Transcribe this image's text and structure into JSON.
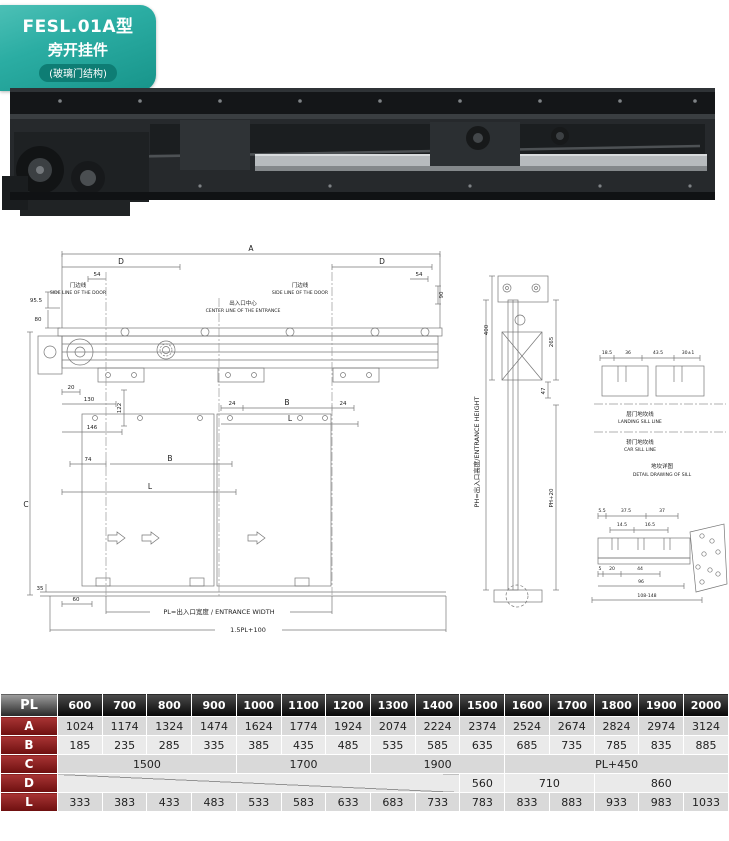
{
  "badge": {
    "model": "FESL.01A型",
    "name": "旁开挂件",
    "sub": "(玻璃门结构)"
  },
  "colors": {
    "badge_teal": "#2bada3",
    "badge_pill": "#0e7d74",
    "table_header_black": "#111111",
    "row_label_maroon": "#8e1f1f"
  },
  "drawing": {
    "main": {
      "dim_a": "A",
      "dim_d_left": "D",
      "dim_d_right": "D",
      "dim_54_left": "54",
      "dim_54_right": "54",
      "dim_90": "90",
      "dim_95_5": "95.5",
      "dim_80": "80",
      "side_line_left_cn": "门边线",
      "side_line_left_en": "SIDE LINE OF THE DOOR",
      "side_line_right_cn": "门边线",
      "side_line_right_en": "SIDE LINE OF THE DOOR",
      "center_line_cn": "出入口中心",
      "center_line_en": "CENTER LINE OF THE ENTRANCE",
      "dim_20": "20",
      "dim_130": "130",
      "dim_122": "122",
      "dim_146": "146",
      "dim_74": "74",
      "dim_b_left": "B",
      "dim_b_right": "B",
      "dim_24_left": "24",
      "dim_24_right": "24",
      "dim_l_left": "L",
      "dim_l_right": "L",
      "dim_c": "C",
      "dim_35": "35",
      "dim_60": "60",
      "entrance_width": "PL=出入口宽度 / ENTRANCE WIDTH",
      "overall_width": "1.5PL+100"
    },
    "side": {
      "dim_400": "400",
      "dim_265": "265",
      "dim_47": "47",
      "dim_ph20": "PH+20",
      "entrance_height": "PH=出入口高度/ENTRANCE HEIGHT"
    },
    "sill": {
      "dim_18_5": "18.5",
      "dim_36": "36",
      "dim_43_5": "43.5",
      "dim_30": "30±1",
      "landing_cn": "层门地坎线",
      "landing_en": "LANDING SILL LINE",
      "car_cn": "轿门地坎线",
      "car_en": "CAR SILL LINE",
      "title_cn": "地坎详图",
      "title_en": "DETAIL DRAWING OF SILL",
      "dim_5_5": "5.5",
      "dim_37_5": "37.5",
      "dim_37": "37",
      "dim_14_5": "14.5",
      "dim_16_5": "16.5",
      "dim_5": "5",
      "dim_20": "20",
      "dim_44": "44",
      "dim_96": "96",
      "dim_108_148": "108-148"
    }
  },
  "table": {
    "corner": "PL",
    "columns": [
      "600",
      "700",
      "800",
      "900",
      "1000",
      "1100",
      "1200",
      "1300",
      "1400",
      "1500",
      "1600",
      "1700",
      "1800",
      "1900",
      "2000"
    ],
    "rows": [
      {
        "label": "A",
        "cells": [
          {
            "t": "1024"
          },
          {
            "t": "1174"
          },
          {
            "t": "1324"
          },
          {
            "t": "1474"
          },
          {
            "t": "1624"
          },
          {
            "t": "1774"
          },
          {
            "t": "1924"
          },
          {
            "t": "2074"
          },
          {
            "t": "2224"
          },
          {
            "t": "2374"
          },
          {
            "t": "2524"
          },
          {
            "t": "2674"
          },
          {
            "t": "2824"
          },
          {
            "t": "2974"
          },
          {
            "t": "3124"
          }
        ]
      },
      {
        "label": "B",
        "cells": [
          {
            "t": "185"
          },
          {
            "t": "235"
          },
          {
            "t": "285"
          },
          {
            "t": "335"
          },
          {
            "t": "385"
          },
          {
            "t": "435"
          },
          {
            "t": "485"
          },
          {
            "t": "535"
          },
          {
            "t": "585"
          },
          {
            "t": "635"
          },
          {
            "t": "685"
          },
          {
            "t": "735"
          },
          {
            "t": "785"
          },
          {
            "t": "835"
          },
          {
            "t": "885"
          }
        ]
      },
      {
        "label": "C",
        "cells": [
          {
            "t": "1500",
            "span": 4
          },
          {
            "t": "1700",
            "span": 3
          },
          {
            "t": "1900",
            "span": 3
          },
          {
            "t": "PL+450",
            "span": 5
          }
        ]
      },
      {
        "label": "D",
        "cells": [
          {
            "t": "",
            "span": 9,
            "diag": true
          },
          {
            "t": "560",
            "span": 1
          },
          {
            "t": "710",
            "span": 2
          },
          {
            "t": "860",
            "span": 3
          }
        ]
      },
      {
        "label": "L",
        "cells": [
          {
            "t": "333"
          },
          {
            "t": "383"
          },
          {
            "t": "433"
          },
          {
            "t": "483"
          },
          {
            "t": "533"
          },
          {
            "t": "583"
          },
          {
            "t": "633"
          },
          {
            "t": "683"
          },
          {
            "t": "733"
          },
          {
            "t": "783"
          },
          {
            "t": "833"
          },
          {
            "t": "883"
          },
          {
            "t": "933"
          },
          {
            "t": "983"
          },
          {
            "t": "1033"
          }
        ]
      }
    ]
  }
}
